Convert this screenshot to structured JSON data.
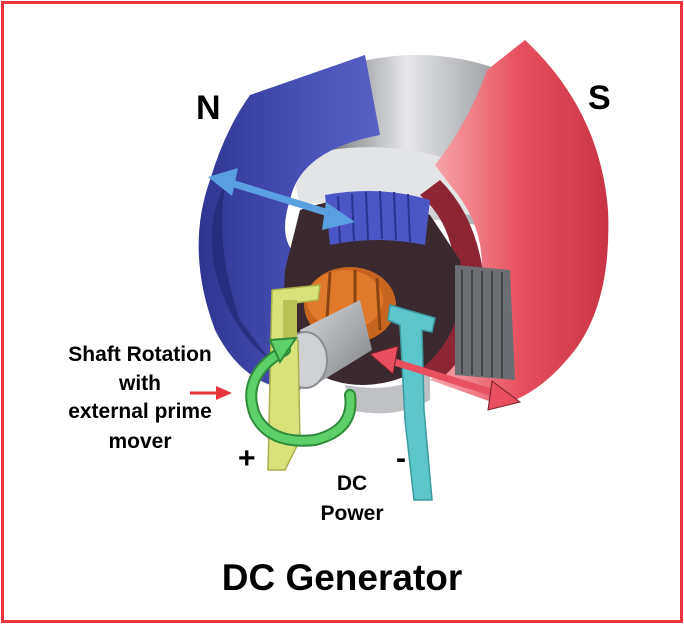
{
  "labels": {
    "north": "N",
    "south": "S",
    "shaft_line1": "Shaft Rotation",
    "shaft_line2": "with",
    "shaft_line3": "external prime",
    "shaft_line4": "mover",
    "plus": "+",
    "minus": "-",
    "power_line1": "DC",
    "power_line2": "Power",
    "title": "DC Generator"
  },
  "colors": {
    "border": "#e8333a",
    "north_pole": "#3f45a8",
    "south_pole": "#e8505f",
    "field_arrow": "#5aa0e0",
    "rotation_arrow": "#5fcf6a",
    "plus_terminal": "#d9e27a",
    "minus_terminal": "#5cc6cc",
    "commutator": "#e07a2a",
    "pointer_arrow": "#e8333a"
  }
}
